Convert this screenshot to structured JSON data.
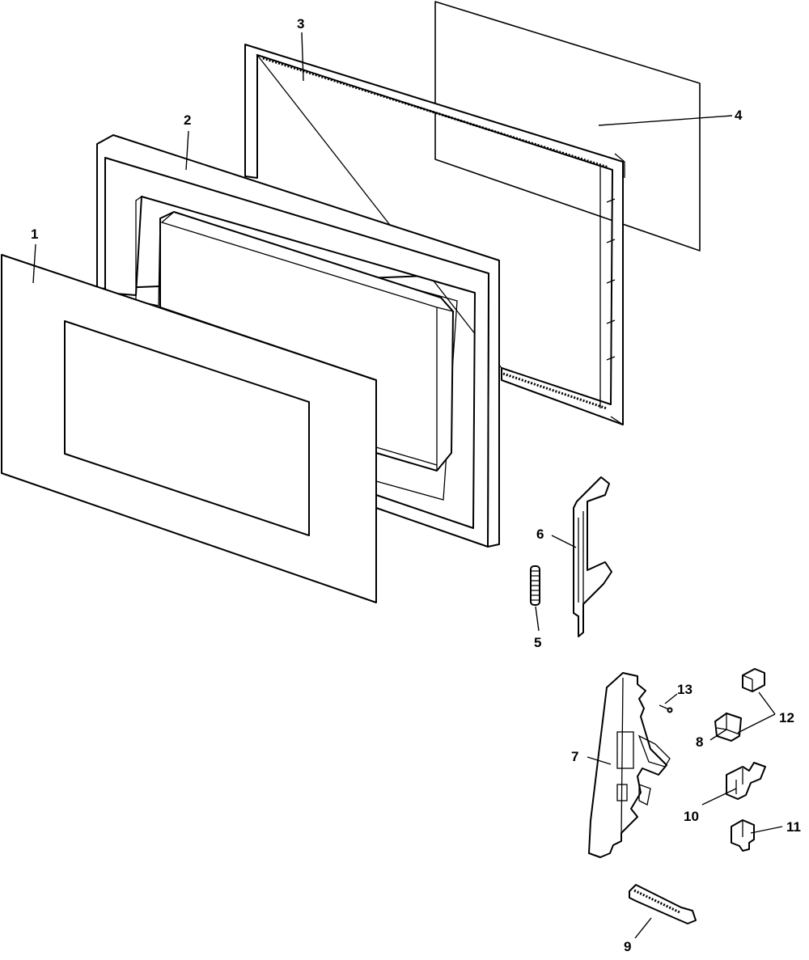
{
  "callouts": [
    "1",
    "2",
    "3",
    "4",
    "5",
    "6",
    "7",
    "8",
    "9",
    "10",
    "11",
    "12",
    "13"
  ],
  "parts": [
    {
      "num": "1",
      "icon": "door-front-panel"
    },
    {
      "num": "2",
      "icon": "door-frame-assembly"
    },
    {
      "num": "3",
      "icon": "door-choke-frame"
    },
    {
      "num": "4",
      "icon": "door-screen-sheet"
    },
    {
      "num": "5",
      "icon": "latch-spring"
    },
    {
      "num": "6",
      "icon": "latch-lever"
    },
    {
      "num": "7",
      "icon": "latch-board-assembly"
    },
    {
      "num": "8",
      "icon": "interlock-switch"
    },
    {
      "num": "9",
      "icon": "latch-hook-bar"
    },
    {
      "num": "10",
      "icon": "switch-bracket"
    },
    {
      "num": "11",
      "icon": "monitor-switch"
    },
    {
      "num": "12",
      "icon": "primary-switch"
    },
    {
      "num": "13",
      "icon": "screw"
    }
  ]
}
